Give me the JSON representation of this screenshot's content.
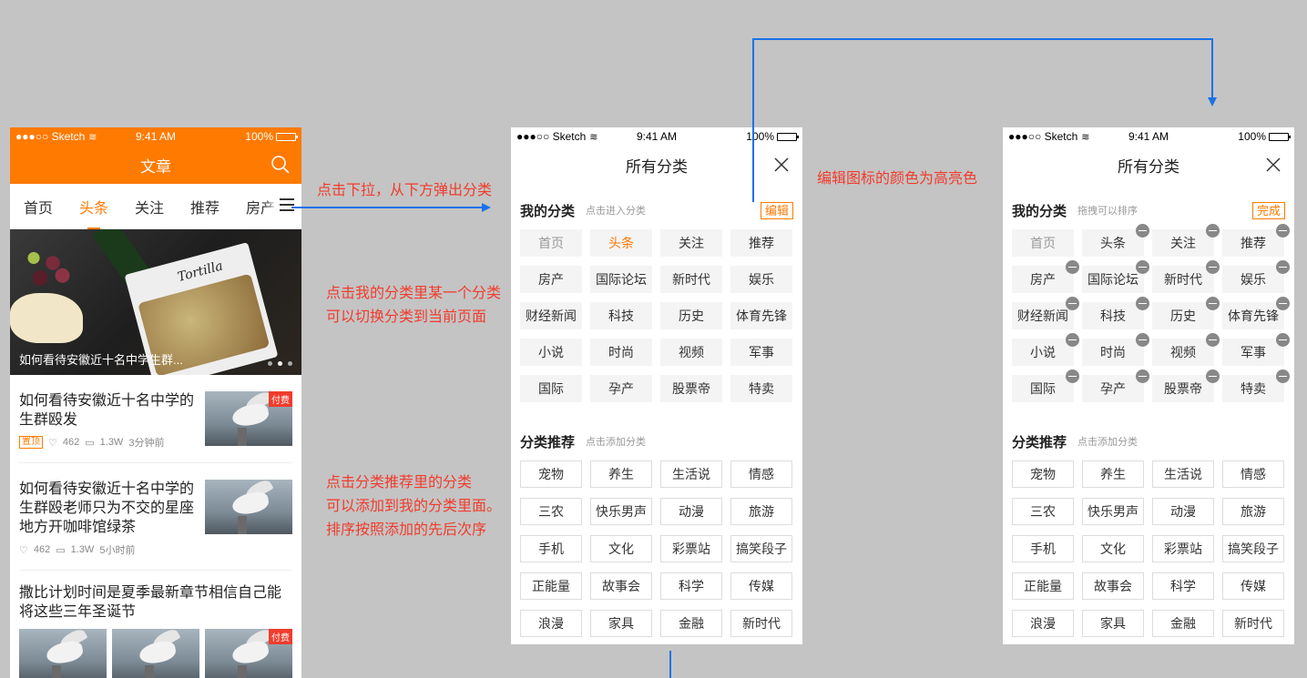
{
  "status": {
    "carrier": "●●●○○ Sketch",
    "time": "9:41 AM",
    "battery": "100%"
  },
  "phone1": {
    "nav_title": "文章",
    "tabs": [
      "首页",
      "头条",
      "关注",
      "推荐",
      "房产"
    ],
    "banner_caption": "如何看待安徽近十名中学生群...",
    "paid_label": "付费",
    "news": [
      {
        "title": "如何看待安徽近十名中学的生群殴发",
        "tag": "置顶",
        "likes": "462",
        "comments": "1.3W",
        "time": "3分钟前"
      },
      {
        "title": "如何看待安徽近十名中学的生群殴老师只为不交的星座地方开咖啡馆绿茶",
        "likes": "462",
        "comments": "1.3W",
        "time": "5小时前"
      },
      {
        "title": "撒比计划时间是夏季最新章节相信自己能将这些三年圣诞节"
      }
    ]
  },
  "sheet": {
    "title": "所有分类",
    "my_title": "我的分类",
    "my_sub_edit": "点击进入分类",
    "my_sub_drag": "拖拽可以排序",
    "edit_btn": "编辑",
    "done_btn": "完成",
    "rec_title": "分类推荐",
    "rec_sub": "点击添加分类",
    "my_items": [
      "首页",
      "头条",
      "关注",
      "推荐",
      "房产",
      "国际论坛",
      "新时代",
      "娱乐",
      "财经新闻",
      "科技",
      "历史",
      "体育先锋",
      "小说",
      "时尚",
      "视频",
      "军事",
      "国际",
      "孕产",
      "股票帝",
      "特卖"
    ],
    "rec_items": [
      "宠物",
      "养生",
      "生活说",
      "情感",
      "三农",
      "快乐男声",
      "动漫",
      "旅游",
      "手机",
      "文化",
      "彩票站",
      "搞笑段子",
      "正能量",
      "故事会",
      "科学",
      "传媒",
      "浪漫",
      "家具",
      "金融",
      "新时代"
    ]
  },
  "notes": {
    "n1": "点击下拉，从下方弹出分类",
    "n2": "编辑图标的颜色为高亮色",
    "n3": "点击我的分类里某一个分类可以切换分类到当前页面",
    "n4": "点击分类推荐里的分类\n可以添加到我的分类里面。\n排序按照添加的先后次序"
  },
  "colors": {
    "accent": "#ff7a00",
    "note": "#f03c2c",
    "connector": "#1a73e8",
    "canvas": "#c4c4c4"
  }
}
